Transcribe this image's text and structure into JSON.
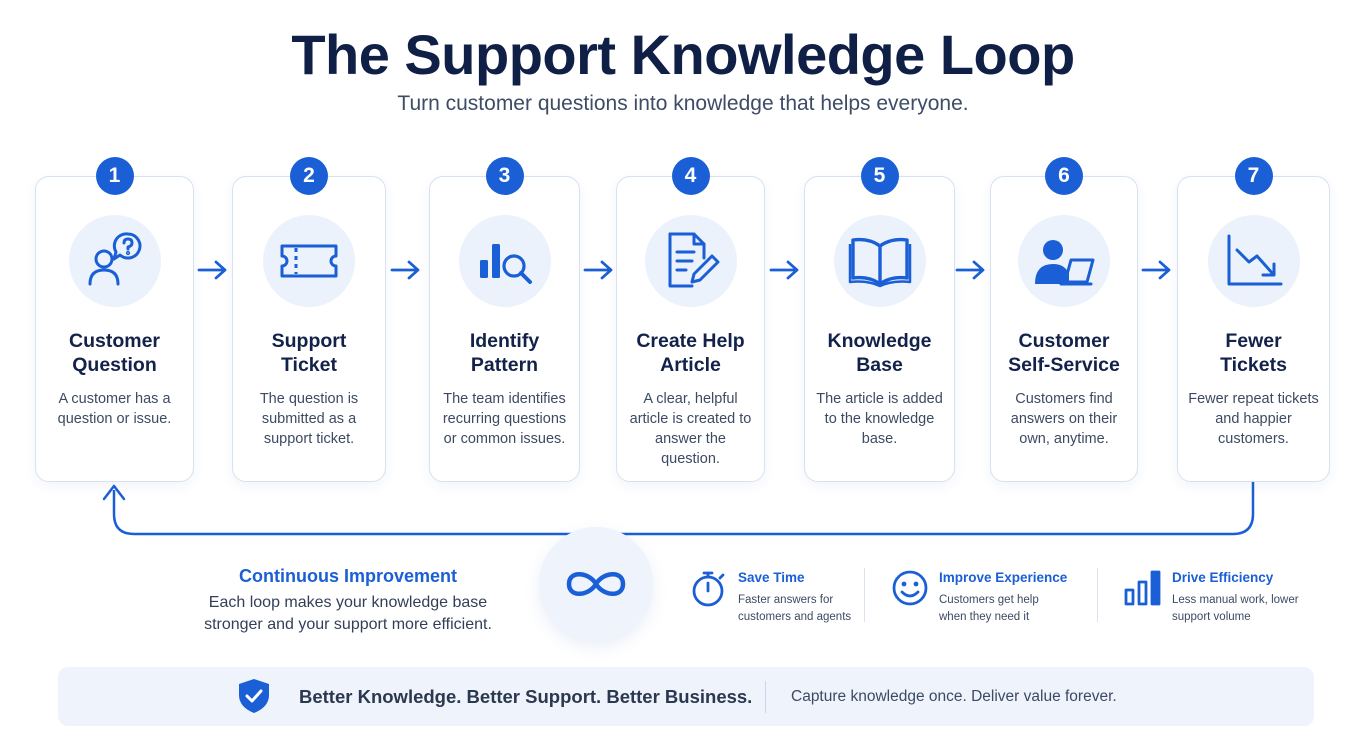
{
  "header": {
    "title": "The Support Knowledge Loop",
    "subtitle": "Turn customer questions into knowledge that helps everyone."
  },
  "steps": [
    {
      "number": "1",
      "title": "Customer\nQuestion",
      "description": "A customer has a question or issue.",
      "icon": "customer-question-icon"
    },
    {
      "number": "2",
      "title": "Support\nTicket",
      "description": "The question is submitted as a support ticket.",
      "icon": "ticket-icon"
    },
    {
      "number": "3",
      "title": "Identify\nPattern",
      "description": "The team identifies recurring questions or common issues.",
      "icon": "chart-search-icon"
    },
    {
      "number": "4",
      "title": "Create Help\nArticle",
      "description": "A clear, helpful article is created to answer the question.",
      "icon": "document-edit-icon"
    },
    {
      "number": "5",
      "title": "Knowledge\nBase",
      "description": "The article is added to the knowledge base.",
      "icon": "open-book-icon"
    },
    {
      "number": "6",
      "title": "Customer\nSelf-Service",
      "description": "Customers find answers on their own, anytime.",
      "icon": "user-laptop-icon"
    },
    {
      "number": "7",
      "title": "Fewer\nTickets",
      "description": "Fewer repeat tickets and happier customers.",
      "icon": "trend-down-icon"
    }
  ],
  "loop": {
    "title": "Continuous Improvement",
    "description": "Each loop makes your knowledge base stronger and your support more efficient.",
    "icon": "infinity-icon"
  },
  "benefits": [
    {
      "title": "Save Time",
      "description": "Faster answers for customers and agents",
      "icon": "stopwatch-icon"
    },
    {
      "title": "Improve Experience",
      "description": "Customers get help when they need it",
      "icon": "smiley-icon"
    },
    {
      "title": "Drive Efficiency",
      "description": "Less manual work, lower support volume",
      "icon": "bar-chart-icon"
    }
  ],
  "footer": {
    "headline": "Better Knowledge. Better Support. Better Business.",
    "tagline": "Capture knowledge once. Deliver value forever.",
    "icon": "shield-check-icon"
  },
  "colors": {
    "accent": "#1a5fd6",
    "title": "#0f1f45",
    "card_border": "#d6e1f3",
    "icon_bg": "#ecf2fc"
  }
}
